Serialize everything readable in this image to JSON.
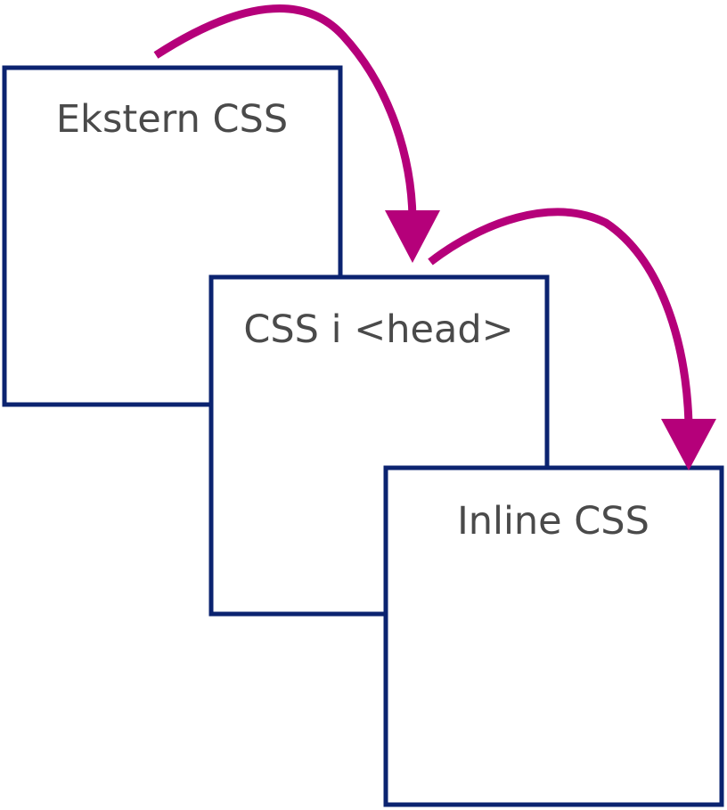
{
  "diagram": {
    "boxes": [
      {
        "label": "Ekstern CSS"
      },
      {
        "label": "CSS i <head>"
      },
      {
        "label": "Inline CSS"
      }
    ],
    "colors": {
      "box_border": "#0b2370",
      "arrow": "#b5007a",
      "text": "#4a4a4a",
      "background": "#ffffff"
    },
    "icons": [
      "curved-arrow-icon",
      "curved-arrow-icon"
    ]
  }
}
